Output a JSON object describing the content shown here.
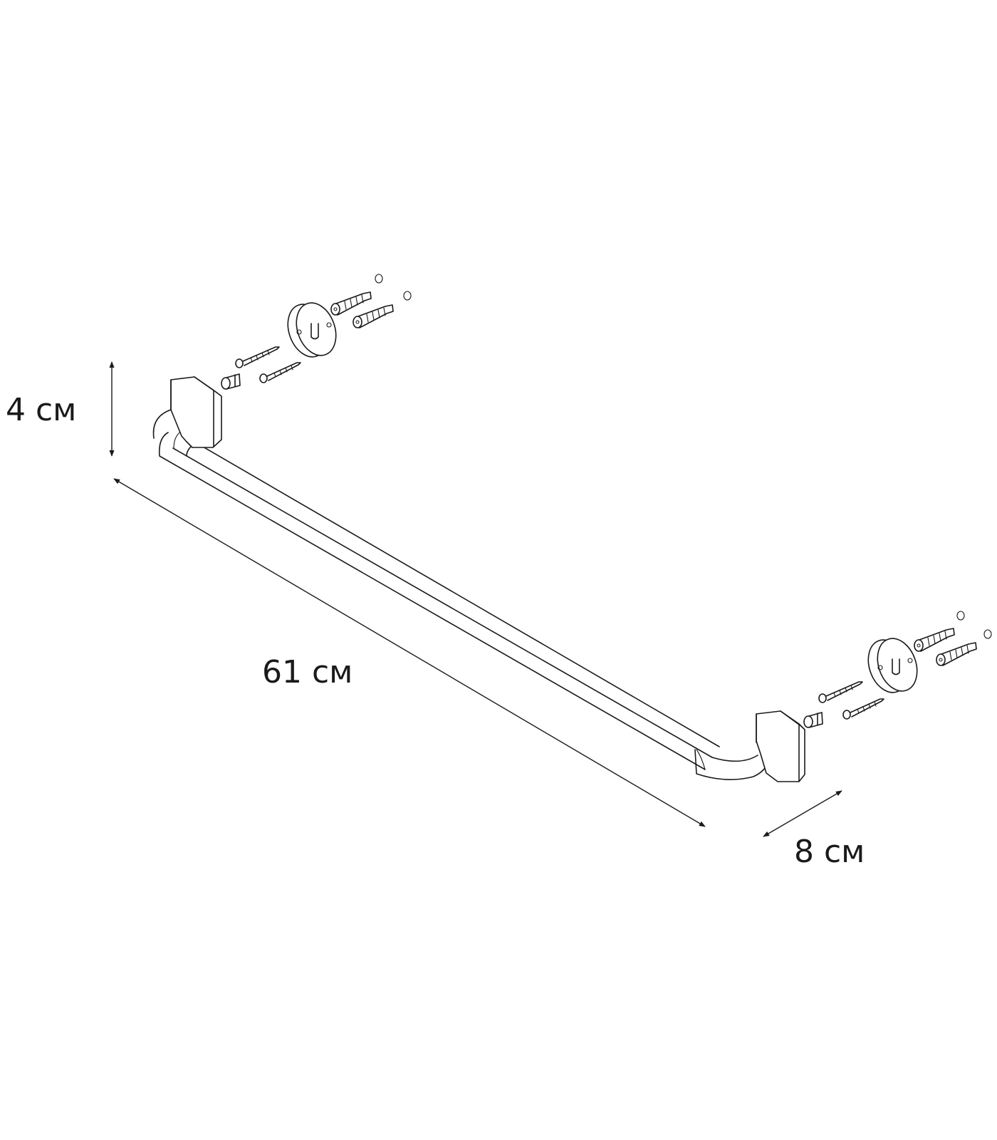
{
  "dimensions": {
    "height_label": "4 см",
    "length_label": "61 см",
    "depth_label": "8 см"
  }
}
